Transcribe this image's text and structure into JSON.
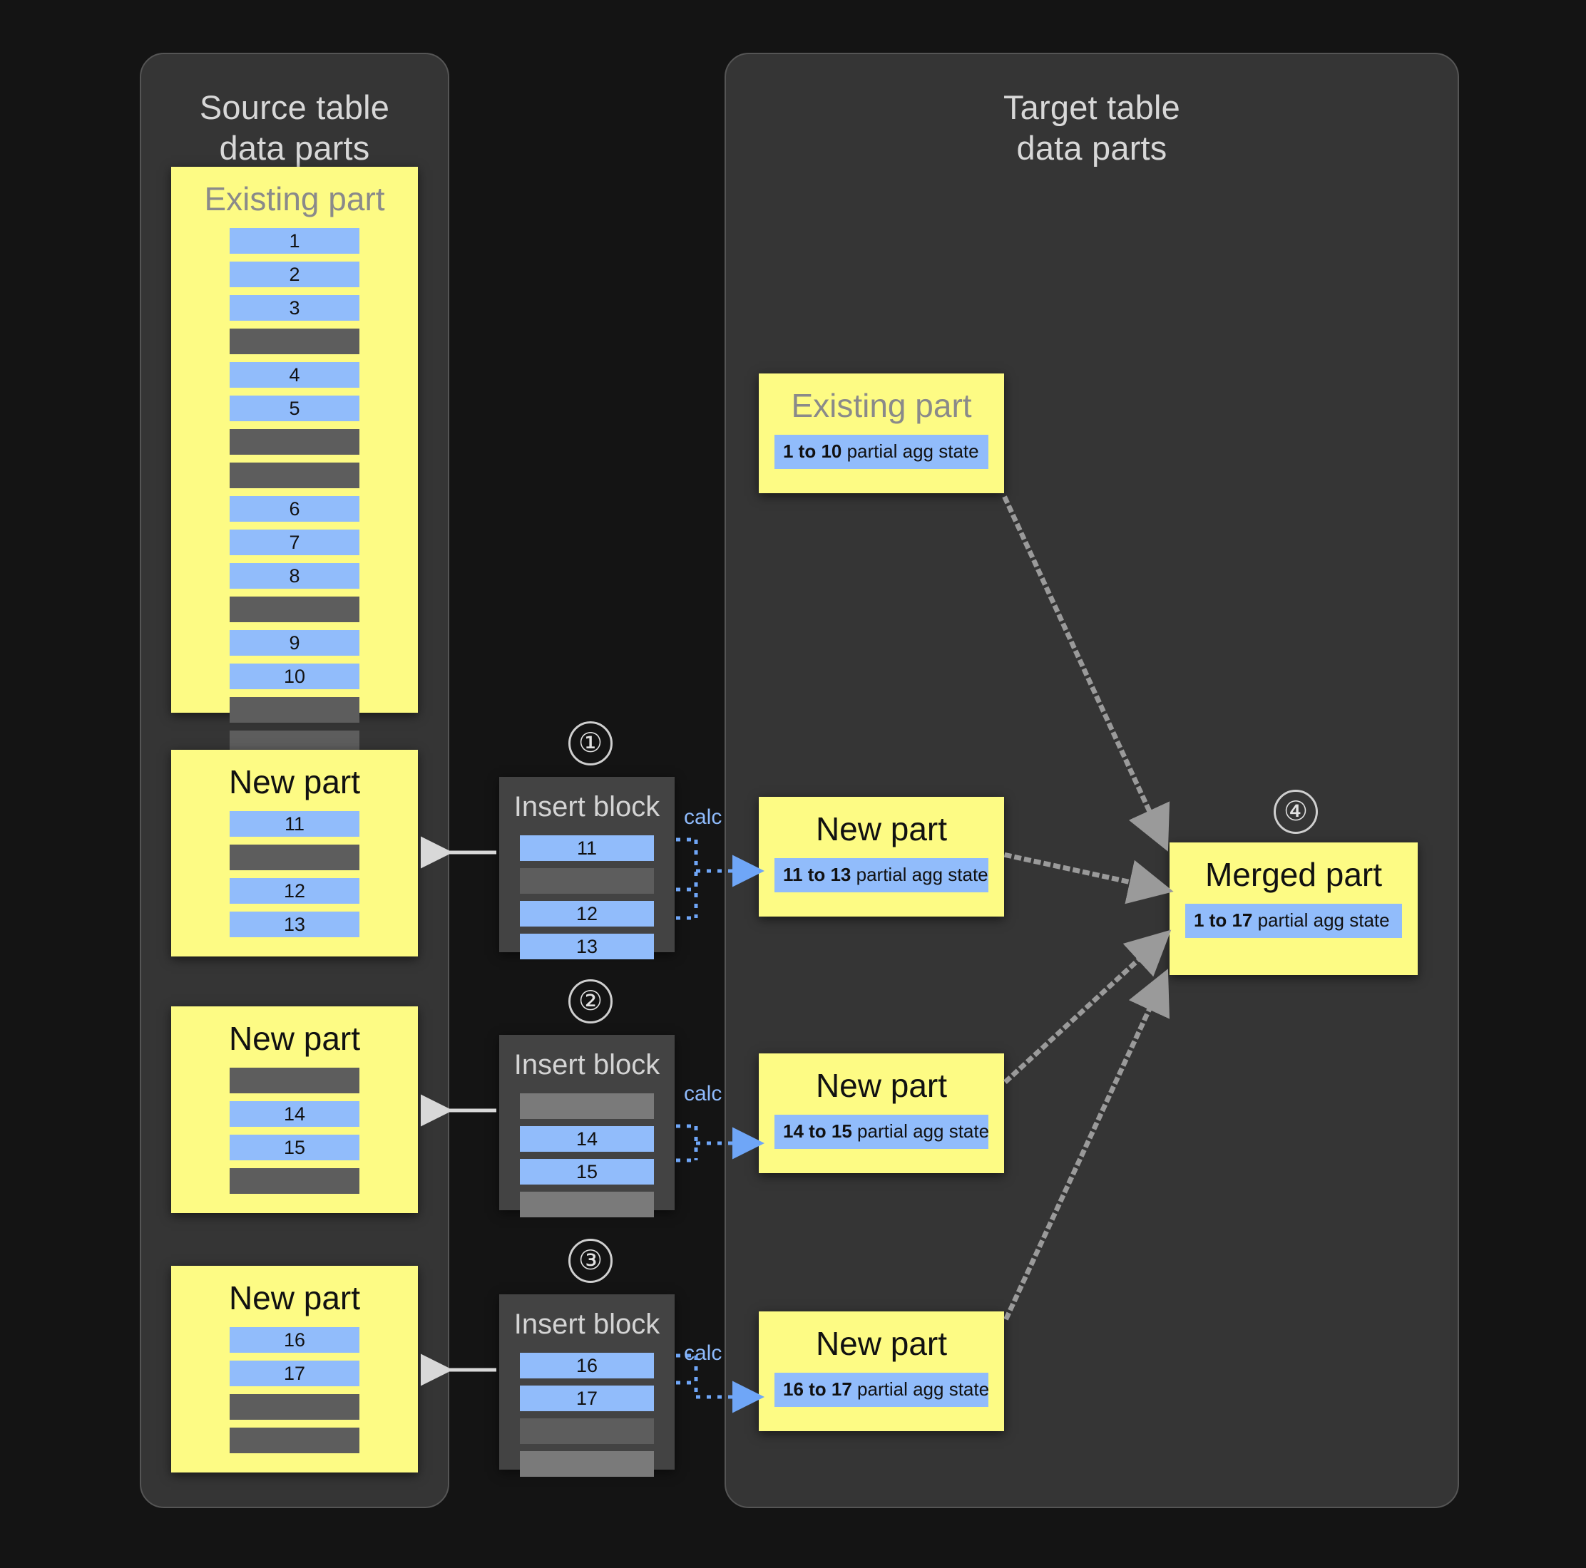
{
  "panels": {
    "source": {
      "title": "Source table\ndata parts"
    },
    "target": {
      "title": "Target table\ndata parts"
    }
  },
  "source_parts": [
    {
      "name": "existing-part",
      "title": "Existing part",
      "muted": true,
      "rows": [
        "1",
        "2",
        "3",
        "",
        "4",
        "5",
        "",
        "",
        "6",
        "7",
        "8",
        "",
        "9",
        "10",
        "",
        ""
      ]
    },
    {
      "name": "new-part-1",
      "title": "New part",
      "muted": false,
      "rows": [
        "11",
        "",
        "12",
        "13"
      ]
    },
    {
      "name": "new-part-2",
      "title": "New part",
      "muted": false,
      "rows": [
        "",
        "14",
        "15",
        ""
      ]
    },
    {
      "name": "new-part-3",
      "title": "New part",
      "muted": false,
      "rows": [
        "16",
        "17",
        "",
        ""
      ]
    }
  ],
  "insert_blocks": [
    {
      "step": "①",
      "title": "Insert block",
      "calc_label": "calc",
      "rows": [
        "11",
        "",
        "12",
        "13"
      ],
      "row_shades": [
        "blue",
        "dark",
        "blue",
        "blue"
      ]
    },
    {
      "step": "②",
      "title": "Insert block",
      "calc_label": "calc",
      "rows": [
        "",
        "14",
        "15",
        ""
      ],
      "row_shades": [
        "light",
        "blue",
        "blue",
        "light"
      ]
    },
    {
      "step": "③",
      "title": "Insert block",
      "calc_label": "calc",
      "rows": [
        "16",
        "17",
        "",
        ""
      ],
      "row_shades": [
        "blue",
        "blue",
        "dark",
        "light"
      ]
    }
  ],
  "target_parts": [
    {
      "name": "target-existing-part",
      "title": "Existing part",
      "muted": true,
      "state_range": "1 to 10",
      "state_suffix": " partial agg state"
    },
    {
      "name": "target-new-part-1",
      "title": "New part",
      "muted": false,
      "state_range": "11 to 13",
      "state_suffix": " partial agg state"
    },
    {
      "name": "target-new-part-2",
      "title": "New part",
      "muted": false,
      "state_range": "14 to 15",
      "state_suffix": " partial agg state"
    },
    {
      "name": "target-new-part-3",
      "title": "New part",
      "muted": false,
      "state_range": "16 to 17",
      "state_suffix": " partial agg state"
    }
  ],
  "merged_part": {
    "step": "④",
    "title": "Merged part",
    "state_range": "1 to 17",
    "state_suffix": " partial agg state"
  },
  "colors": {
    "background": "#141414",
    "panel": "#353535",
    "part_yellow": "#fdfb84",
    "row_blue": "#91bcfb",
    "row_gray": "#5d5d5d",
    "row_gray_light": "#7a7a7a",
    "insert_block": "#434343",
    "calc_blue": "#8ebafb",
    "arrow_gray": "#9a9a9a",
    "arrow_white": "#d8d8d8"
  }
}
